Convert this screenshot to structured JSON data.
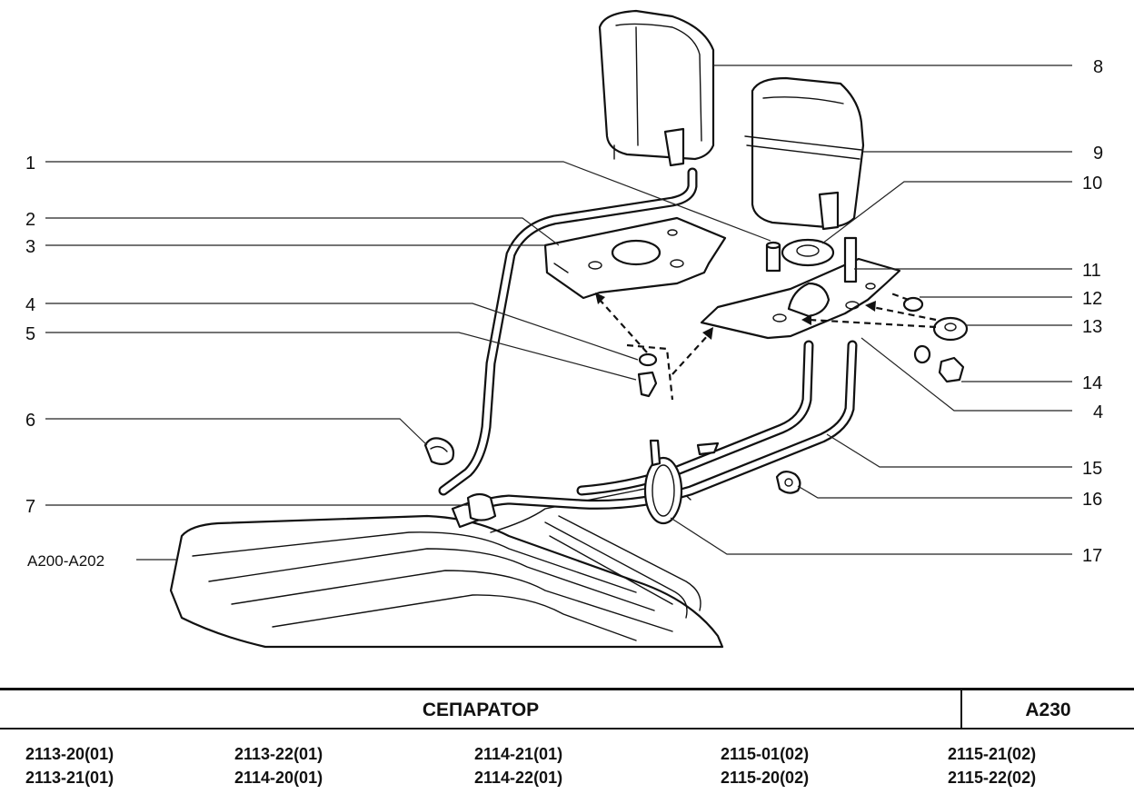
{
  "title": "СЕПАРАТОР",
  "section_code": "А230",
  "reference_label": "А200-А202",
  "callouts": [
    "1",
    "2",
    "3",
    "4",
    "5",
    "6",
    "7",
    "8",
    "9",
    "10",
    "11",
    "12",
    "13",
    "14",
    "4",
    "15",
    "16",
    "17"
  ],
  "models": [
    [
      "2113-20(01)",
      "2113-21(01)"
    ],
    [
      "2113-22(01)",
      "2114-20(01)"
    ],
    [
      "2114-21(01)",
      "2114-22(01)"
    ],
    [
      "2115-01(02)",
      "2115-20(02)"
    ],
    [
      "2115-21(02)",
      "2115-22(02)"
    ]
  ]
}
